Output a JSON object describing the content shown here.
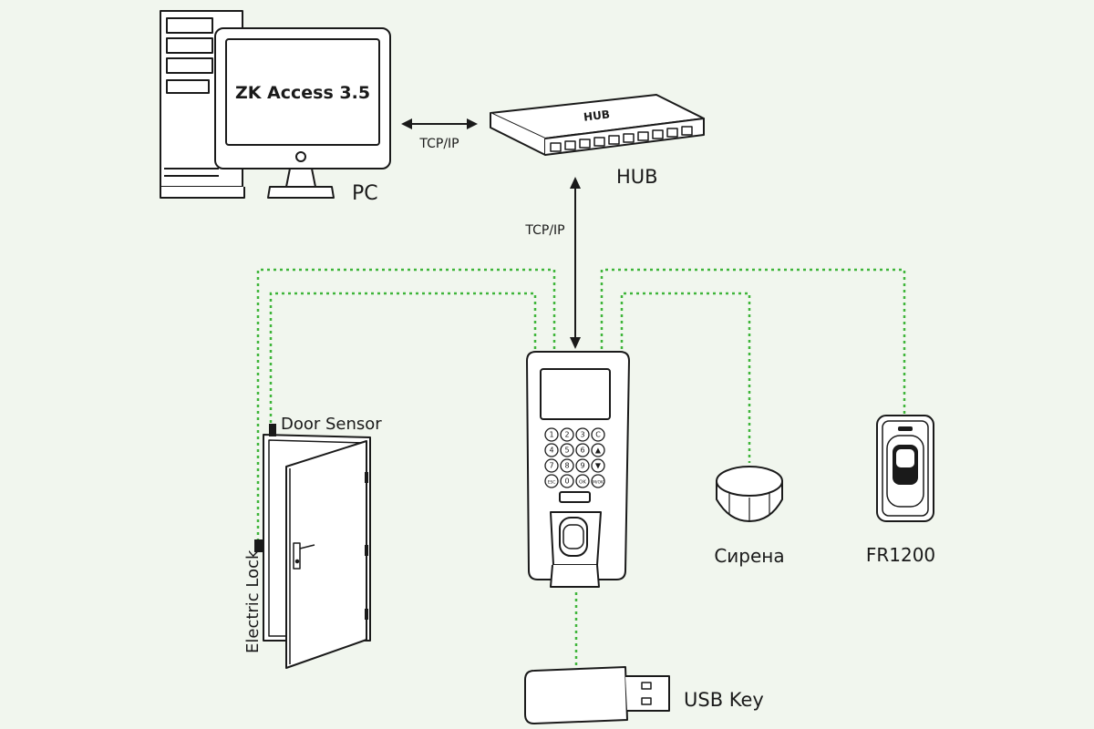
{
  "colors": {
    "background": "#f1f6ee",
    "line": "#1a1a1a",
    "wire": "#3fb53a",
    "fill": "#ffffff"
  },
  "pc": {
    "screen_text": "ZK Access 3.5",
    "label": "PC"
  },
  "hub": {
    "case_text": "HUB",
    "label": "HUB"
  },
  "links": {
    "pc_hub": "TCP/IP",
    "hub_device": "TCP/IP"
  },
  "door": {
    "sensor_label": "Door Sensor",
    "lock_label": "Electric Lock"
  },
  "keypad": [
    "1",
    "2",
    "3",
    "C",
    "4",
    "5",
    "6",
    "▲",
    "7",
    "8",
    "9",
    "▼",
    "ESC",
    "0",
    "OK",
    "M/OK"
  ],
  "siren": {
    "label": "Сирена"
  },
  "reader": {
    "label": "FR1200"
  },
  "usb": {
    "label": "USB Key"
  }
}
